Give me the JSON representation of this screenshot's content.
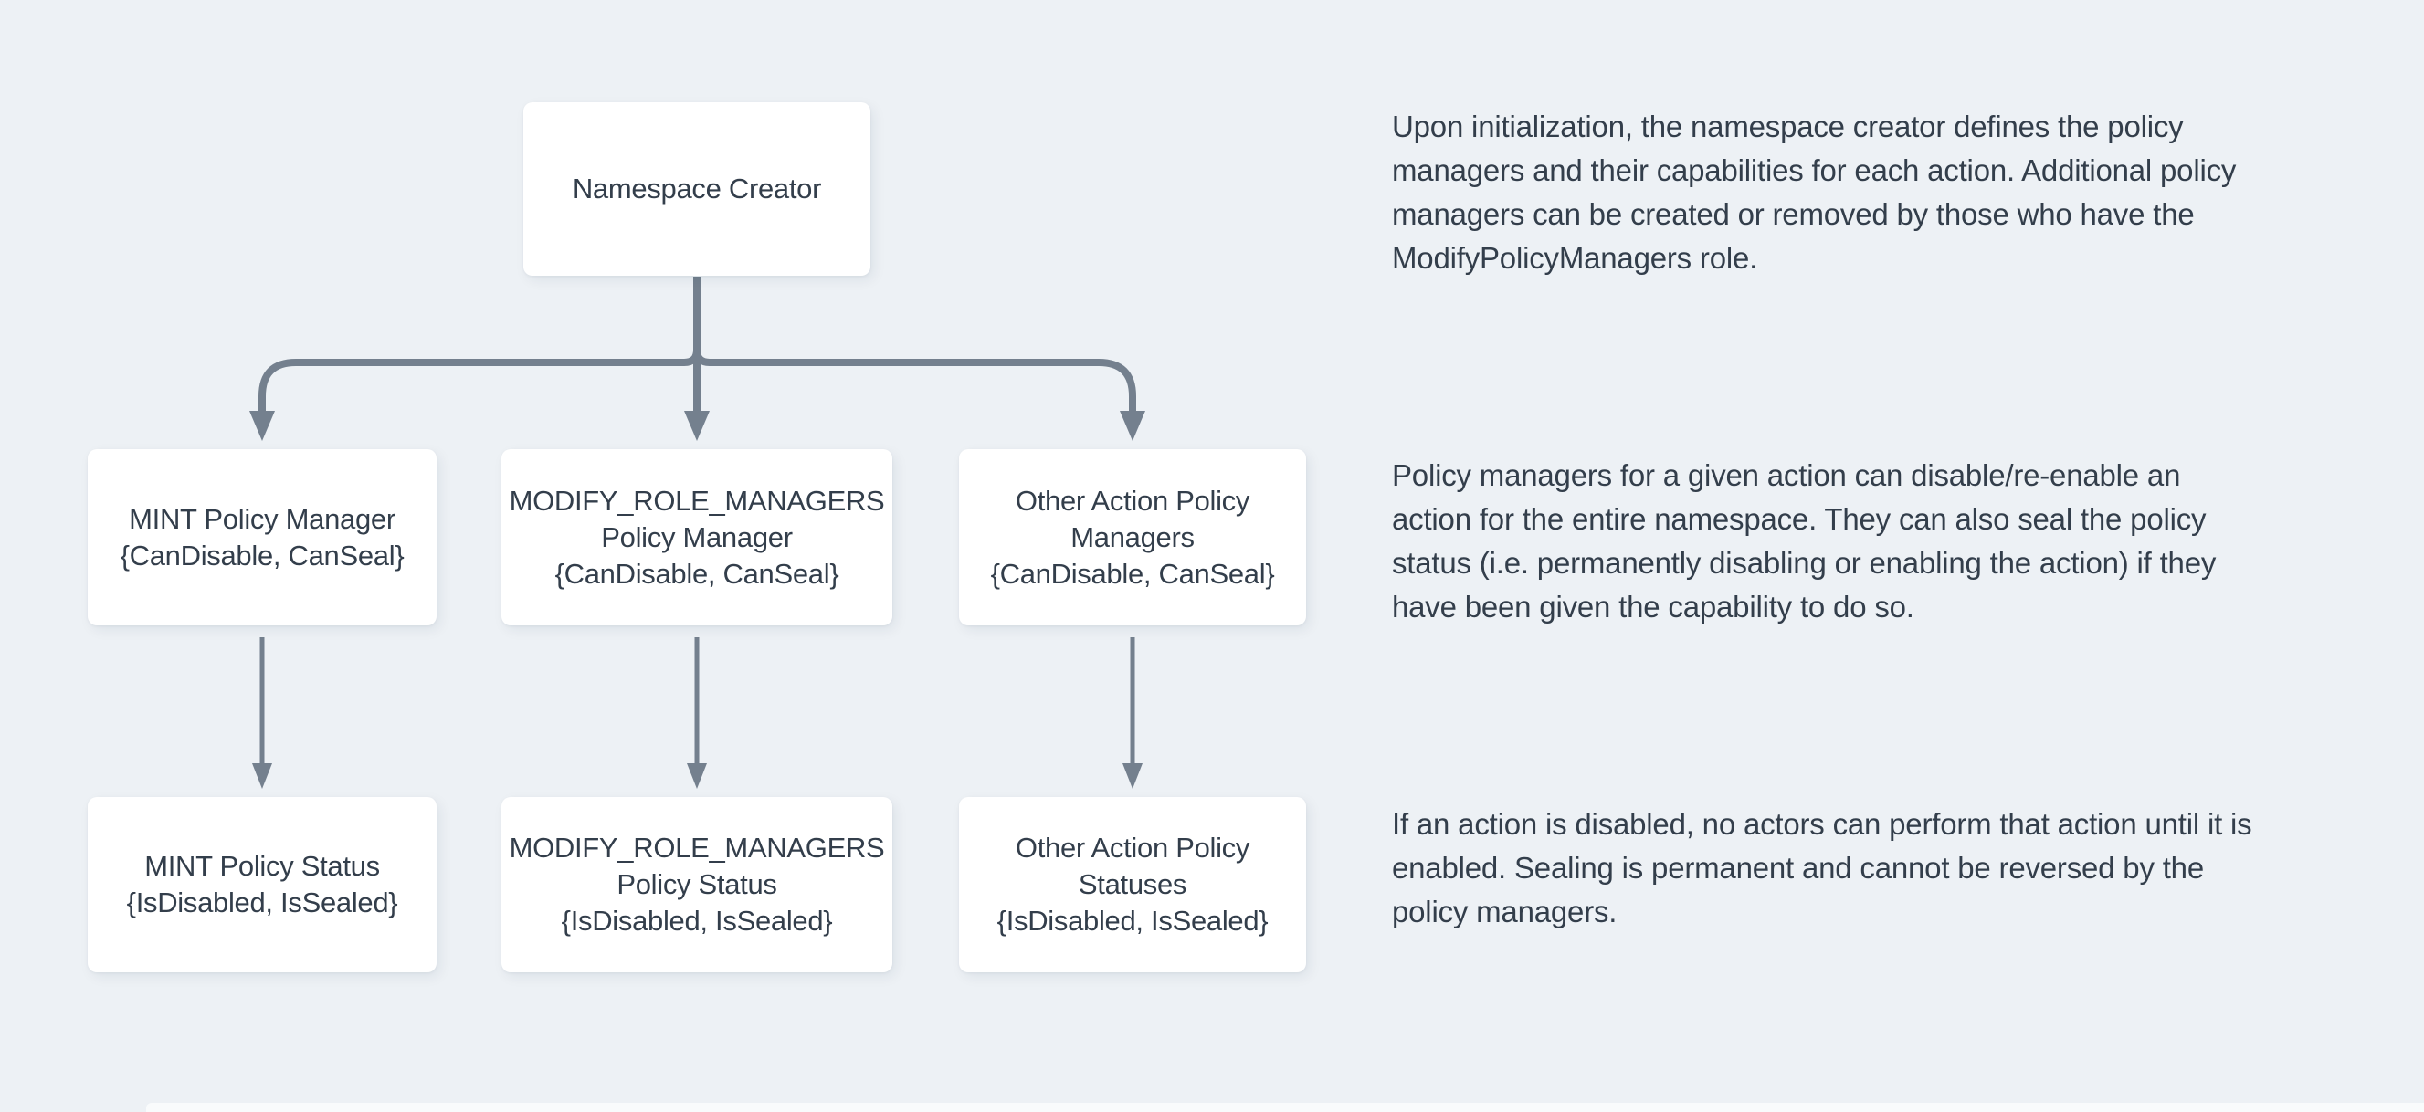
{
  "colors": {
    "background": "#EDF1F5",
    "box_fill": "#FFFFFF",
    "text": "#333E4B",
    "connector": "#74808E"
  },
  "diagram": {
    "root": {
      "label": "Namespace Creator"
    },
    "managers_row": [
      {
        "label": "MINT Policy Manager\n{CanDisable, CanSeal}"
      },
      {
        "label": "MODIFY_ROLE_MANAGERS\nPolicy Manager\n{CanDisable, CanSeal}"
      },
      {
        "label": "Other Action Policy\nManagers\n{CanDisable, CanSeal}"
      }
    ],
    "status_row": [
      {
        "label": "MINT Policy Status\n{IsDisabled, IsSealed}"
      },
      {
        "label": "MODIFY_ROLE_MANAGERS\nPolicy Status\n{IsDisabled, IsSealed}"
      },
      {
        "label": "Other Action Policy\nStatuses\n{IsDisabled, IsSealed}"
      }
    ]
  },
  "annotations": [
    {
      "text": "Upon initialization, the namespace creator defines the policy\nmanagers and their capabilities for each action. Additional policy\nmanagers can be created or removed by those who have the\nModifyPolicyManagers role."
    },
    {
      "text": "Policy managers for a given action can disable/re-enable an\naction for the entire namespace. They can also seal the policy\nstatus (i.e. permanently disabling or enabling the action) if they\nhave been given the capability to do so."
    },
    {
      "text": "If an action is disabled, no actors can perform that action until it is\nenabled. Sealing is permanent and cannot be reversed by the\npolicy managers."
    }
  ]
}
